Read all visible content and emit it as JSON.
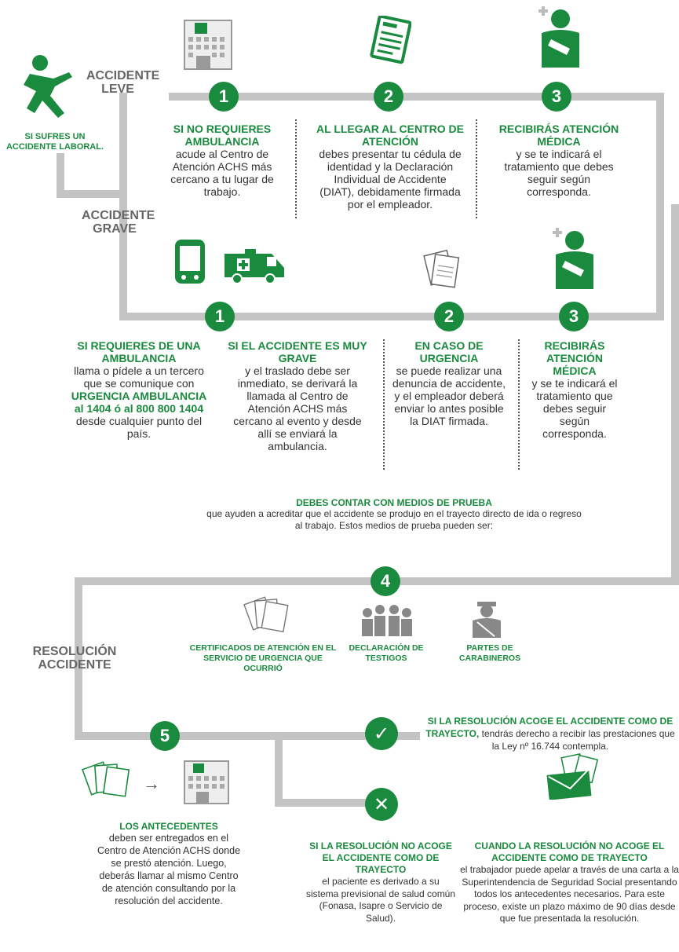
{
  "colors": {
    "green": "#1a8a3e",
    "road": "#c4c4c4",
    "text": "#333333",
    "label": "#666666"
  },
  "intro": {
    "icon": "falling-person-icon",
    "caption": "SI SUFRES UN ACCIDENTE LABORAL."
  },
  "branch_labels": {
    "leve": "ACCIDENTE LEVE",
    "grave": "ACCIDENTE GRAVE",
    "resolucion": "RESOLUCIÓN ACCIDENTE"
  },
  "leve_steps": [
    {
      "number": "1",
      "icon": "building-icon",
      "title": "SI NO REQUIERES AMBULANCIA",
      "text": "acude al Centro de Atención ACHS más cercano a tu lugar de trabajo."
    },
    {
      "number": "2",
      "icon": "diat-form-icon",
      "title": "AL LLEGAR AL CENTRO DE ATENCIÓN",
      "text": "debes presentar tu cédula de identidad y la Declaración Individual de Accidente (DIAT), debidamente firmada por el empleador."
    },
    {
      "number": "3",
      "icon": "injured-person-icon",
      "title": "RECIBIRÁS ATENCIÓN MÉDICA",
      "text": "y se te indicará el tratamiento que debes seguir según corresponda."
    }
  ],
  "grave_steps": [
    {
      "number": "1",
      "icons": [
        "phone-icon",
        "ambulance-icon"
      ],
      "col_a_title": "SI REQUIERES DE UNA AMBULANCIA",
      "col_a_text_1": "llama o pídele a un tercero que se comunique con",
      "col_a_highlight": "URGENCIA AMBULANCIA al 1404 ó al 800 800 1404",
      "col_a_text_2": "desde cualquier punto del país.",
      "col_b_title": "SI EL ACCIDENTE ES MUY GRAVE",
      "col_b_text": "y el traslado debe ser inmediato, se derivará la llamada al Centro de Atención ACHS más cercano al evento y desde allí se enviará la ambulancia."
    },
    {
      "number": "2",
      "icon": "documents-icon",
      "title": "EN CASO DE URGENCIA",
      "text": "se puede realizar una denuncia de accidente, y el empleador deberá enviar lo antes posible la DIAT firmada."
    },
    {
      "number": "3",
      "icon": "injured-person-icon",
      "title": "RECIBIRÁS ATENCIÓN MÉDICA",
      "text": "y se te indicará el tratamiento que debes seguir según corresponda."
    }
  ],
  "trayecto": {
    "title": "DEBES CONTAR CON MEDIOS DE PRUEBA",
    "text": "que ayuden a acreditar que el accidente se produjo en el trayecto directo de ida o regreso al trabajo. Estos medios de prueba pueden ser:",
    "step_number": "4",
    "proofs": [
      {
        "icon": "certificates-icon",
        "label": "CERTIFICADOS DE ATENCIÓN EN EL SERVICIO DE URGENCIA QUE OCURRIÓ"
      },
      {
        "icon": "witnesses-icon",
        "label": "DECLARACIÓN DE TESTIGOS"
      },
      {
        "icon": "police-icon",
        "label": "PARTES DE CARABINEROS"
      }
    ]
  },
  "resolution": {
    "step_number": "5",
    "antecedentes_title": "LOS ANTECEDENTES",
    "antecedentes_text": "deben ser entregados en el Centro de Atención ACHS donde se prestó atención. Luego, deberás llamar al mismo Centro de atención consultando por la resolución del accidente.",
    "accept_title": "SI LA RESOLUCIÓN ACOGE EL ACCIDENTE COMO DE TRAYECTO,",
    "accept_text": "tendrás derecho a recibir las prestaciones que la Ley nº 16.744 contempla.",
    "reject_title": "SI LA RESOLUCIÓN NO ACOGE EL ACCIDENTE COMO DE TRAYECTO",
    "reject_text": "el paciente es derivado a su sistema previsional de salud común (Fonasa, Isapre o Servicio de Salud).",
    "appeal_title": "CUANDO LA RESOLUCIÓN NO ACOGE EL ACCIDENTE COMO DE TRAYECTO",
    "appeal_text": "el trabajador puede apelar a través de una carta a la Superintendencia de Seguridad Social presentando todos los antecedentes necesarios. Para este proceso, existe un plazo máximo de 90 días desde que fue presentada la resolución."
  }
}
